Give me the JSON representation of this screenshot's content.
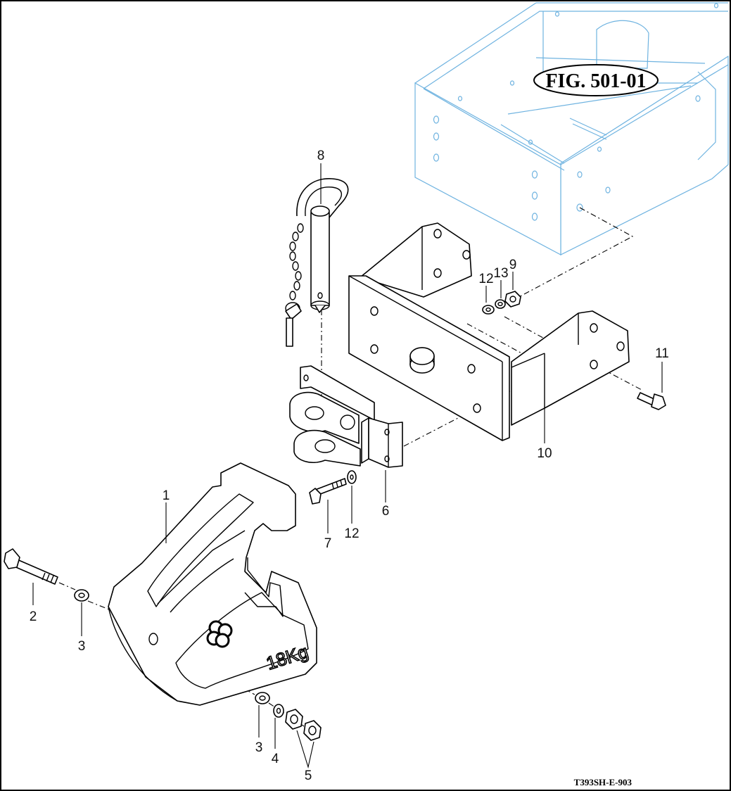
{
  "figure": {
    "title": "FIG. 501-01",
    "code": "T393SH-E-903",
    "weight_marking": "18Kg"
  },
  "callouts": [
    {
      "id": "1",
      "label": "1"
    },
    {
      "id": "2",
      "label": "2"
    },
    {
      "id": "3a",
      "label": "3"
    },
    {
      "id": "3b",
      "label": "3"
    },
    {
      "id": "4",
      "label": "4"
    },
    {
      "id": "5",
      "label": "5"
    },
    {
      "id": "6",
      "label": "6"
    },
    {
      "id": "7",
      "label": "7"
    },
    {
      "id": "8",
      "label": "8"
    },
    {
      "id": "9",
      "label": "9"
    },
    {
      "id": "10",
      "label": "10"
    },
    {
      "id": "11",
      "label": "11"
    },
    {
      "id": "12a",
      "label": "12"
    },
    {
      "id": "12b",
      "label": "12"
    },
    {
      "id": "13",
      "label": "13"
    }
  ],
  "colors": {
    "frame_line": "#6fb3e0",
    "part_line": "#000000",
    "background": "#ffffff"
  }
}
